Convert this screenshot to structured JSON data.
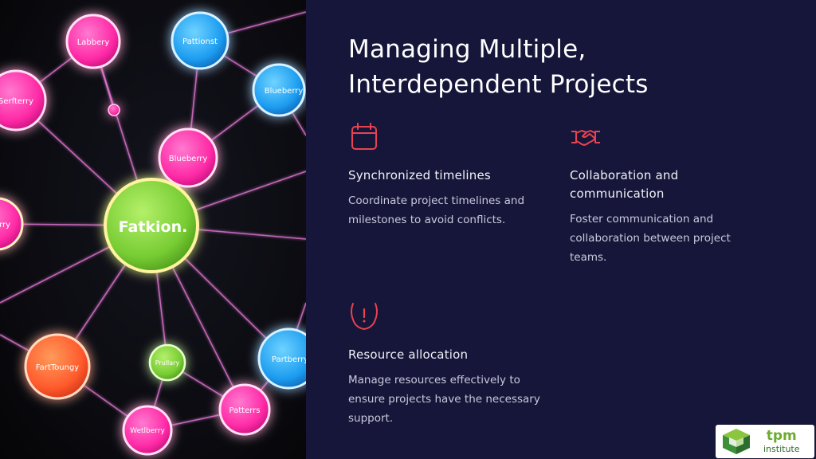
{
  "title_line1": "Managing Multiple,",
  "title_line2": "Interdependent Projects",
  "features": [
    {
      "icon": "calendar-icon",
      "heading": "Synchronized timelines",
      "body_lines": [
        "Coordinate project timelines and",
        "milestones to avoid conflicts."
      ]
    },
    {
      "icon": "handshake-icon",
      "heading_lines": [
        "Collaboration and",
        "communication"
      ],
      "body_lines": [
        "Foster communication and",
        "collaboration between project",
        "teams."
      ]
    },
    {
      "icon": "alert-shield-icon",
      "heading": "Resource allocation",
      "body_lines": [
        "Manage resources effectively to",
        "ensure projects have the necessary",
        "support."
      ]
    }
  ],
  "network_nodes": {
    "center": "Fatkion.",
    "n1": "Labbery",
    "n2": "Pattionst",
    "n3": "Blueberry",
    "n4": "Serfterry",
    "n5": "Blueberry",
    "n6": "rry",
    "n7": "FartToungy",
    "n8": "Prullary",
    "n9": "Wetlberry",
    "n10": "Patterrs",
    "n11": "Partberry"
  },
  "logo": {
    "line1": "tpm",
    "line2": "institute"
  },
  "colors": {
    "accent_icon": "#e8434f",
    "background": "#16163a",
    "pink": "#ff3fb4",
    "blue": "#25a9f2",
    "green": "#7ed23a",
    "orange": "#ff6a2f"
  }
}
